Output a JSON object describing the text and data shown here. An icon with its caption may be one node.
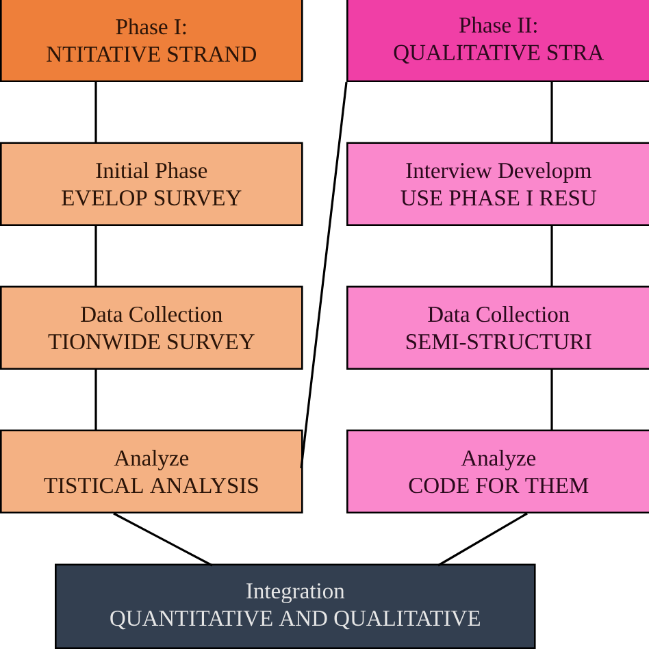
{
  "diagram": {
    "nodes": [
      {
        "text": [
          "Phase I:",
          "NTITATIVE STRAND"
        ]
      },
      {
        "text": [
          "Initial Phase",
          "EVELOP SURVEY"
        ]
      },
      {
        "text": [
          "Data Collection",
          "TIONWIDE SURVEY"
        ]
      },
      {
        "text": [
          "Analyze",
          "TISTICAL ANALYSIS"
        ]
      },
      {
        "text": [
          "Phase II:",
          "QUALITATIVE STRA"
        ]
      },
      {
        "text": [
          "Interview Developm",
          "USE PHASE I RESU"
        ]
      },
      {
        "text": [
          "Data Collection",
          "SEMI-STRUCTURI"
        ]
      },
      {
        "text": [
          "Analyze",
          "CODE FOR THEM"
        ]
      },
      {
        "text": [
          "Integration",
          "QUANTITATIVE AND QUALITATIVE"
        ]
      }
    ],
    "edges": [
      {
        "from": 0,
        "to": 1,
        "arrow": "none"
      },
      {
        "from": 1,
        "to": 2,
        "arrow": "none"
      },
      {
        "from": 2,
        "to": 3,
        "arrow": "none"
      },
      {
        "from": 3,
        "to": 4,
        "arrow": "none"
      },
      {
        "from": 4,
        "to": 5,
        "arrow": "none"
      },
      {
        "from": 5,
        "to": 6,
        "arrow": "none"
      },
      {
        "from": 6,
        "to": 7,
        "arrow": "none"
      },
      {
        "from": 3,
        "to": 8,
        "arrow": "none"
      },
      {
        "from": 7,
        "to": 8,
        "arrow": "none"
      }
    ]
  }
}
